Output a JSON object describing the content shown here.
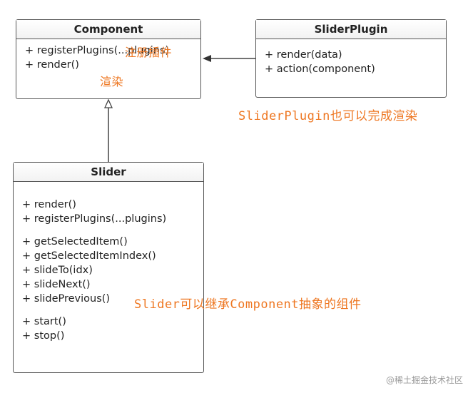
{
  "component": {
    "title": "Component",
    "methods": [
      "+ registerPlugins(...plugins)",
      "+ render()"
    ]
  },
  "slider_plugin": {
    "title": "SliderPlugin",
    "methods": [
      "+ render(data)",
      "+ action(component)"
    ]
  },
  "slider": {
    "title": "Slider",
    "groups": [
      [
        "+ render()",
        "+ registerPlugins(...plugins)"
      ],
      [
        "+ getSelectedItem()",
        "+ getSelectedItemIndex()",
        "+ slideTo(idx)",
        "+ slideNext()",
        "+ slidePrevious()"
      ],
      [
        "+ start()",
        "+ stop()"
      ]
    ]
  },
  "annotations": {
    "register_plugins": "注册插件",
    "render": "渲染",
    "plugin_render": "SliderPlugin也可以完成渲染",
    "slider_inherit": "Slider可以继承Component抽象的组件"
  },
  "watermark": "@稀土掘金技术社区",
  "colors": {
    "annotation": "#ee7722",
    "border": "#555555"
  }
}
